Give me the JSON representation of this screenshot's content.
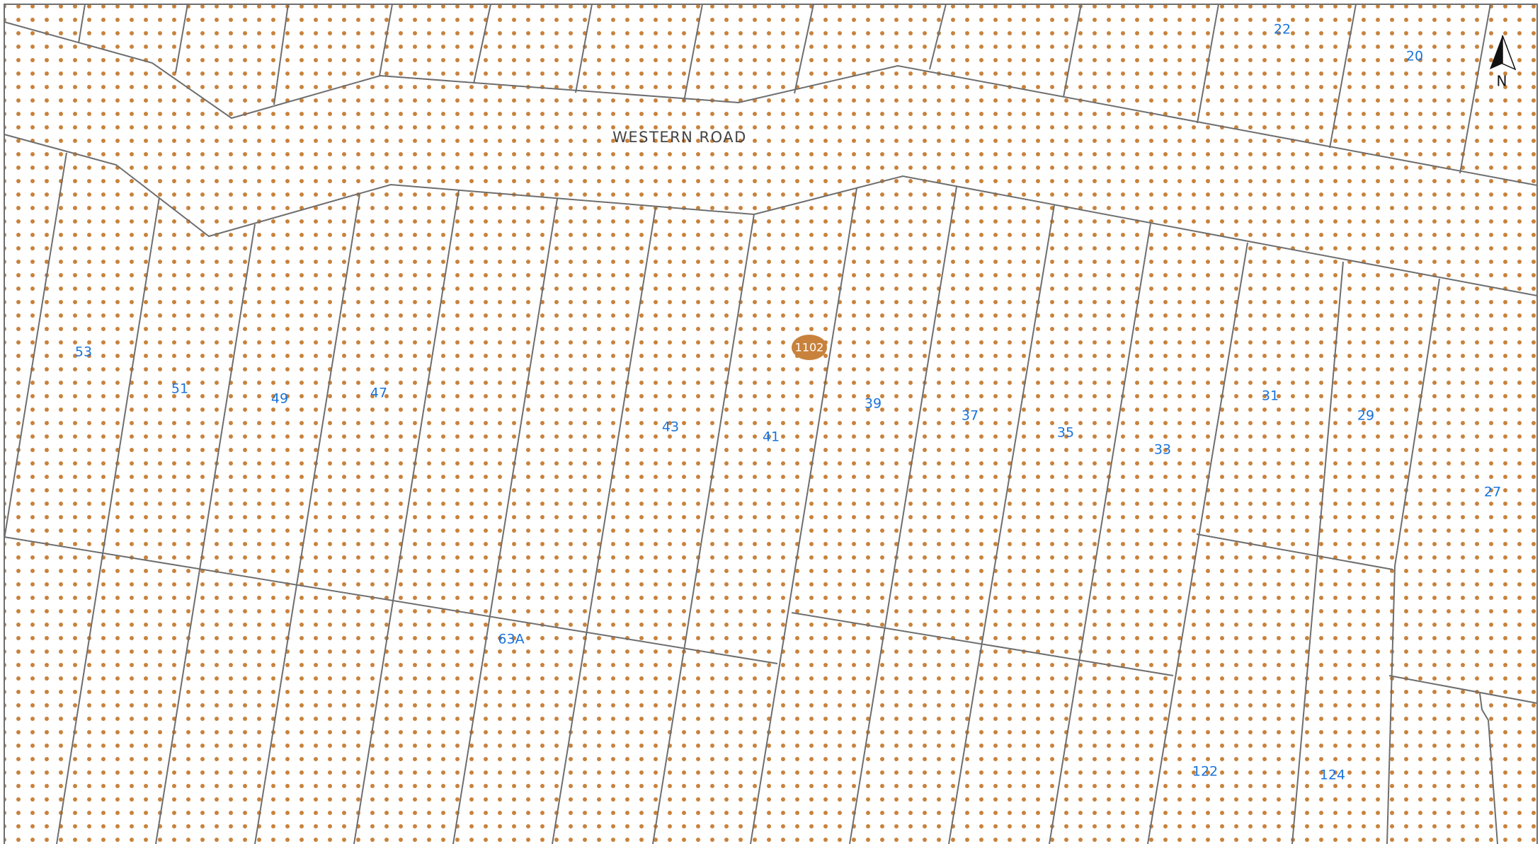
{
  "map": {
    "style": {
      "dot_color": "#c8823c",
      "line_color": "#6e6e6e",
      "label_color": "#1a73d9",
      "road_label_color": "#444444",
      "building_color": "#c8823c"
    },
    "road_name": "WESTERN ROAD",
    "building_number": "1102",
    "north_arrow": {
      "icon": "north-arrow-icon",
      "label": "N"
    },
    "lot_numbers": [
      "22",
      "20",
      "53",
      "51",
      "49",
      "47",
      "43",
      "41",
      "39",
      "37",
      "35",
      "33",
      "31",
      "29",
      "27",
      "63A",
      "122",
      "124"
    ]
  }
}
